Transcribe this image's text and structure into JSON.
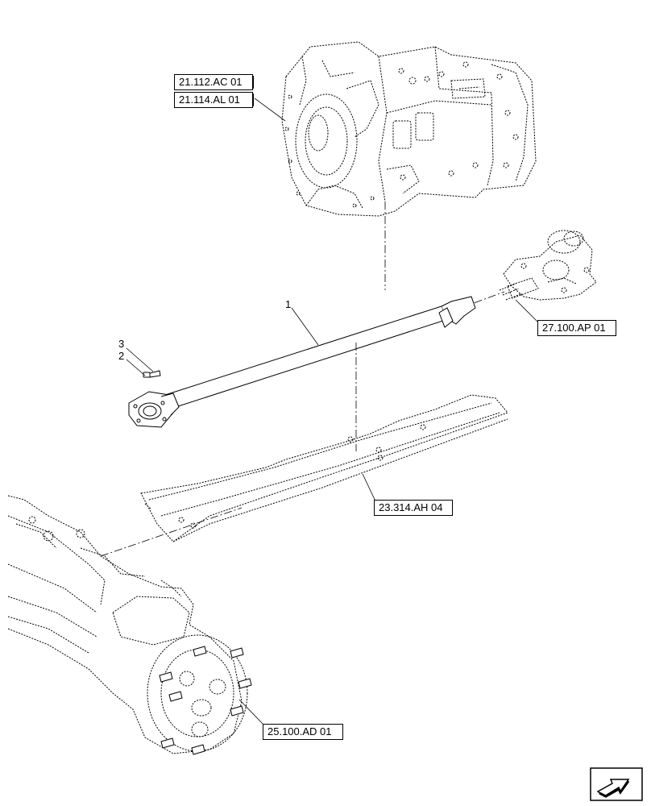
{
  "references": {
    "gearbox_ref_1": "21.112.AC 01",
    "gearbox_ref_2": "21.114.AL 01",
    "pto_ref": "27.100.AP 01",
    "guard_ref": "23.314.AH 04",
    "axle_ref": "25.100.AD 01"
  },
  "items": {
    "shaft": "1",
    "washer": "2",
    "bolt": "3"
  },
  "icons": {
    "nav": "next-arrow-icon"
  }
}
